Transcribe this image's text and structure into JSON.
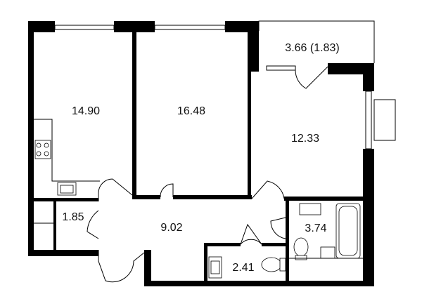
{
  "rooms": [
    {
      "id": "room-1",
      "area": "14.90"
    },
    {
      "id": "room-2",
      "area": "16.48"
    },
    {
      "id": "balcony",
      "area": "3.66 (1.83)"
    },
    {
      "id": "room-3",
      "area": "12.33"
    },
    {
      "id": "storage",
      "area": "1.85"
    },
    {
      "id": "hallway",
      "area": "9.02"
    },
    {
      "id": "bathroom",
      "area": "3.74"
    },
    {
      "id": "toilet",
      "area": "2.41"
    }
  ],
  "colors": {
    "wall": "#000000",
    "background": "#ffffff",
    "line": "#000000"
  }
}
